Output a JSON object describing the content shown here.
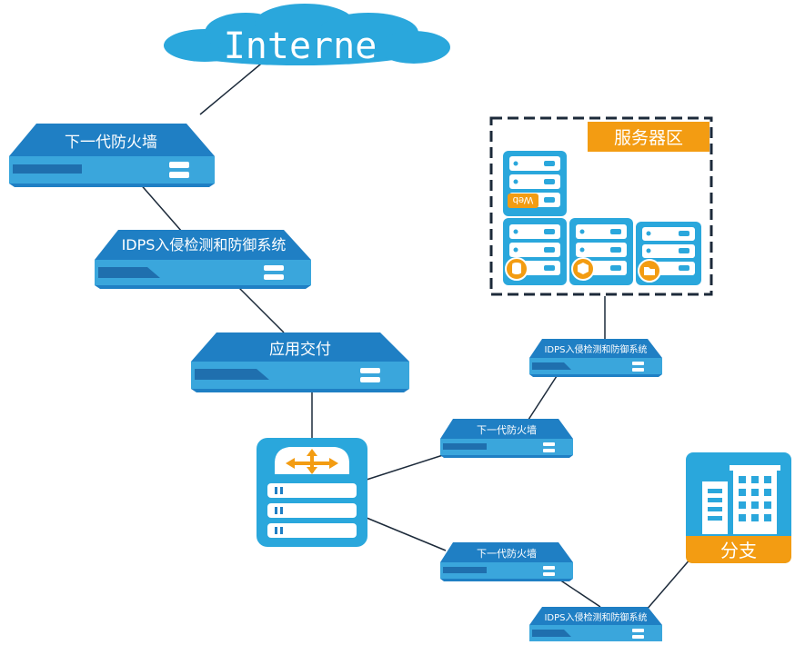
{
  "cloud": {
    "label": "Interne"
  },
  "devices": {
    "fw_top": "下一代防火墙",
    "idps_top": "IDPS入侵检测和防御系统",
    "adc": "应用交付",
    "idps_server": "IDPS入侵检测和防御系统",
    "fw_mid": "下一代防火墙",
    "fw_low": "下一代防火墙",
    "idps_low": "IDPS入侵检测和防御系统"
  },
  "server_zone": {
    "label": "服务器区",
    "web_tag": "Web"
  },
  "branch": {
    "label": "分支"
  },
  "colors": {
    "device_top": "#1f7fc4",
    "device_body": "#3aa6dc",
    "accent": "#f39c12",
    "line": "#1c2a3a",
    "cloud": "#2aa7dc"
  },
  "icons": [
    "cloud-icon",
    "firewall-device-icon",
    "idps-device-icon",
    "adc-device-icon",
    "switch-icon",
    "server-rack-icon",
    "database-icon",
    "cube-icon",
    "folder-icon",
    "building-icon"
  ]
}
